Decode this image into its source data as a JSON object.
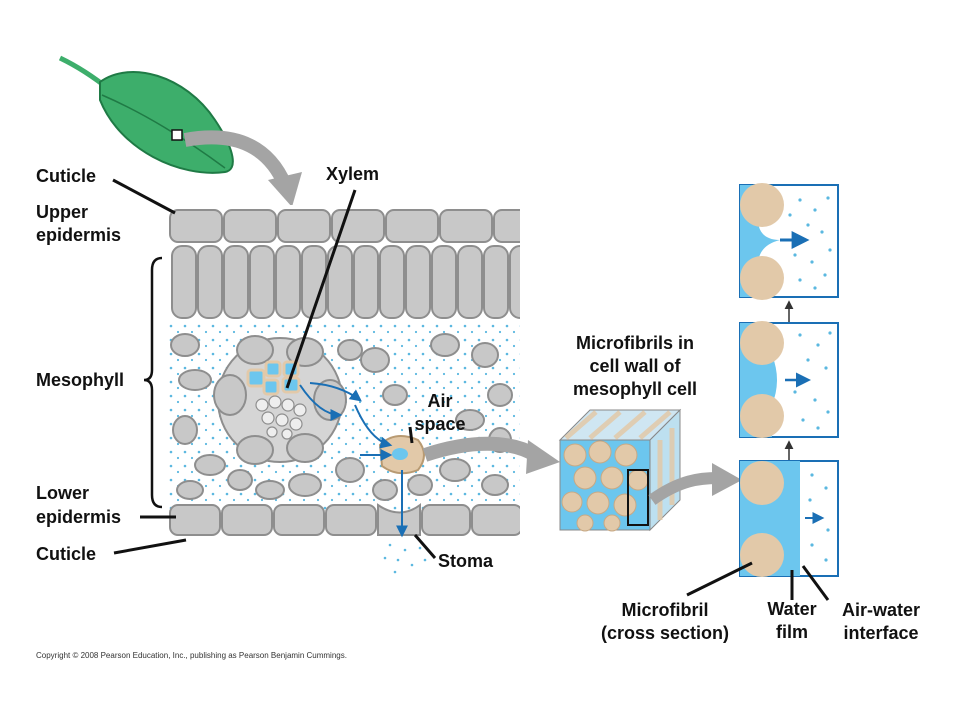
{
  "labels": {
    "cuticle_top": "Cuticle",
    "upper_epidermis_1": "Upper",
    "upper_epidermis_2": "epidermis",
    "mesophyll": "Mesophyll",
    "lower_epidermis_1": "Lower",
    "lower_epidermis_2": "epidermis",
    "cuticle_bottom": "Cuticle",
    "xylem": "Xylem",
    "air_space_1": "Air",
    "air_space_2": "space",
    "stoma": "Stoma",
    "microfibrils_1": "Microfibrils in",
    "microfibrils_2": "cell wall of",
    "microfibrils_3": "mesophyll cell",
    "microfibril_cs_1": "Microfibril",
    "microfibril_cs_2": "(cross section)",
    "water_film_1": "Water",
    "water_film_2": "film",
    "air_water_1": "Air-water",
    "air_water_2": "interface"
  },
  "copyright": "Copyright © 2008 Pearson Education, Inc., publishing as Pearson Benjamin Cummings.",
  "colors": {
    "leaf_green": "#3dae6b",
    "cell_gray": "#c8c8c8",
    "cell_outline": "#8e8e8e",
    "water_blue": "#6cc6ee",
    "microfibril_tan": "#e2c9a9",
    "arrow_blue": "#1a6fb5",
    "arrow_gray": "#a4a4a4"
  }
}
